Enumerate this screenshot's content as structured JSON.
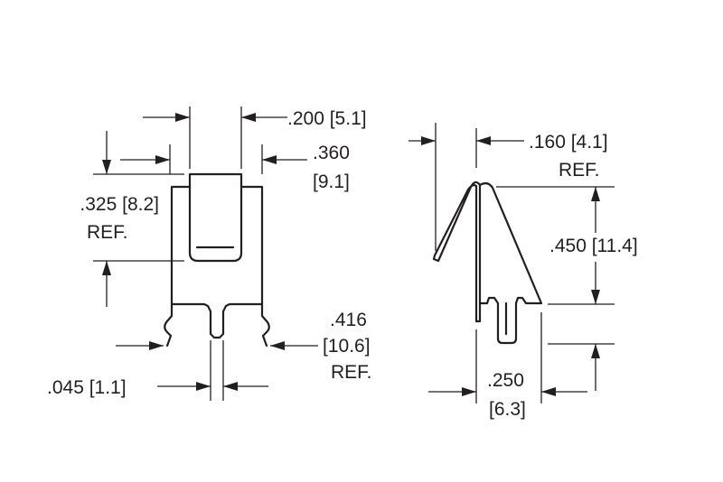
{
  "dimensions": {
    "width_200": {
      "value": ".200",
      "metric": "[5.1]"
    },
    "depth_360": {
      "value": ".360",
      "metric": "[9.1]"
    },
    "height_325": {
      "value": ".325 [8.2]",
      "ref": "REF."
    },
    "pin_416": {
      "value": ".416",
      "metric": "[10.6]",
      "ref": "REF."
    },
    "gap_045": {
      "value": ".045 [1.1]"
    },
    "offset_160": {
      "value": ".160 [4.1]",
      "ref": "REF."
    },
    "height_450": {
      "value": ".450 [11.4]"
    },
    "pin_250": {
      "value": ".250",
      "metric": "[6.3]"
    }
  }
}
